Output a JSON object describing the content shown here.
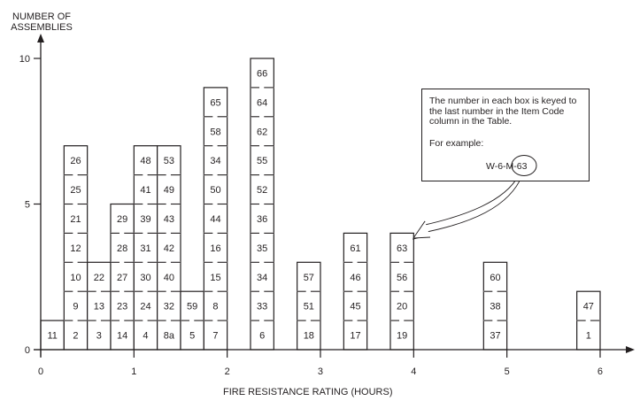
{
  "chart_data": {
    "type": "bar",
    "subtype": "stacked-labeled-boxes",
    "title": "",
    "xlabel": "FIRE RESISTANCE RATING (HOURS)",
    "ylabel": "NUMBER OF ASSEMBLIES",
    "xlim": [
      0,
      6
    ],
    "ylim": [
      0,
      10
    ],
    "x_ticks": [
      "0",
      "1",
      "2",
      "3",
      "4",
      "5",
      "6"
    ],
    "y_ticks": [
      "0",
      "5",
      "10"
    ],
    "grid": false,
    "legend": null,
    "bin_width_hours": 0.25,
    "columns": [
      {
        "x_end": 0.25,
        "count": 1,
        "items": [
          "11"
        ]
      },
      {
        "x_end": 0.5,
        "count": 7,
        "items": [
          "2",
          "9",
          "10",
          "12",
          "21",
          "25",
          "26"
        ]
      },
      {
        "x_end": 0.75,
        "count": 3,
        "items": [
          "3",
          "13",
          "22"
        ]
      },
      {
        "x_end": 1.0,
        "count": 5,
        "items": [
          "14",
          "23",
          "27",
          "28",
          "29"
        ]
      },
      {
        "x_end": 1.25,
        "count": 7,
        "items": [
          "4",
          "24",
          "30",
          "31",
          "39",
          "41",
          "48"
        ]
      },
      {
        "x_end": 1.5,
        "count": 7,
        "items": [
          "8a",
          "32",
          "40",
          "42",
          "43",
          "49",
          "53"
        ]
      },
      {
        "x_end": 1.75,
        "count": 2,
        "items": [
          "5",
          "59"
        ]
      },
      {
        "x_end": 2.0,
        "count": 9,
        "items": [
          "7",
          "8",
          "15",
          "16",
          "44",
          "50",
          "34",
          "58",
          "65"
        ]
      },
      {
        "x_end": 2.5,
        "count": 10,
        "items": [
          "6",
          "33",
          "34",
          "35",
          "36",
          "52",
          "55",
          "62",
          "64",
          "66"
        ]
      },
      {
        "x_end": 3.0,
        "count": 3,
        "items": [
          "18",
          "51",
          "57"
        ]
      },
      {
        "x_end": 3.5,
        "count": 4,
        "items": [
          "17",
          "45",
          "46",
          "61"
        ]
      },
      {
        "x_end": 4.0,
        "count": 4,
        "items": [
          "19",
          "20",
          "56",
          "63"
        ]
      },
      {
        "x_end": 5.0,
        "count": 3,
        "items": [
          "37",
          "38",
          "60"
        ]
      },
      {
        "x_end": 6.0,
        "count": 2,
        "items": [
          "1",
          "47"
        ]
      }
    ],
    "categories": [
      "0.25",
      "0.5",
      "0.75",
      "1",
      "1.25",
      "1.5",
      "1.75",
      "2",
      "2.5",
      "3",
      "3.5",
      "4",
      "5",
      "6"
    ],
    "values": [
      1,
      7,
      3,
      5,
      7,
      7,
      2,
      9,
      10,
      3,
      4,
      4,
      3,
      2
    ],
    "annotations": [
      {
        "type": "callout",
        "text": "The number in each box is keyed to the last number in the Item Code column in the Table.",
        "example_label": "For example:",
        "example_code": "W-6-M-63",
        "circled_part": "63",
        "points_to": "box 63 at 4 hours"
      }
    ]
  },
  "labels": {
    "ylabel_line1": "NUMBER OF",
    "ylabel_line2": "ASSEMBLIES",
    "xlabel": "FIRE RESISTANCE RATING (HOURS)"
  },
  "note": {
    "text": "The number in each box is keyed to the last number in the Item Code column in the Table.",
    "example_label": "For example:",
    "example_prefix": "W-6-M-",
    "example_suffix": "63"
  },
  "colors": {
    "ink": "#231f20",
    "background": "#ffffff"
  }
}
